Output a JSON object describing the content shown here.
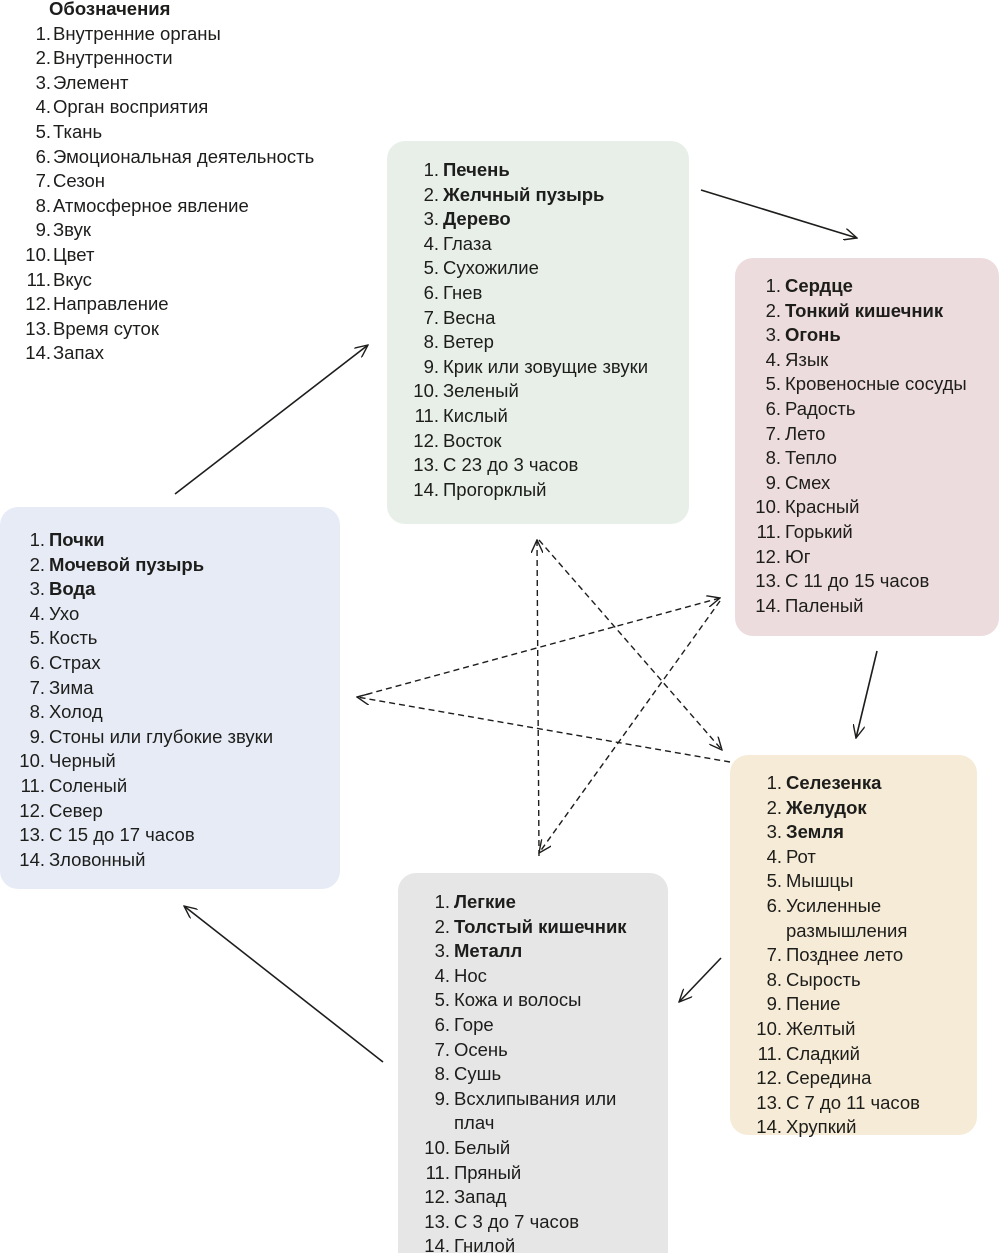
{
  "legend": {
    "title": "Обозначения",
    "items": [
      {
        "n": "1.",
        "t": "Внутренние органы"
      },
      {
        "n": "2.",
        "t": "Внутренности"
      },
      {
        "n": "3.",
        "t": "Элемент"
      },
      {
        "n": "4.",
        "t": "Орган восприятия"
      },
      {
        "n": "5.",
        "t": "Ткань"
      },
      {
        "n": "6.",
        "t": "Эмоциональная деятельность"
      },
      {
        "n": "7.",
        "t": "Сезон"
      },
      {
        "n": "8.",
        "t": "Атмосферное явление"
      },
      {
        "n": "9.",
        "t": "Звук"
      },
      {
        "n": "10.",
        "t": "Цвет"
      },
      {
        "n": "11.",
        "t": "Вкус"
      },
      {
        "n": "12.",
        "t": "Направление"
      },
      {
        "n": "13.",
        "t": "Время суток"
      },
      {
        "n": "14.",
        "t": "Запах"
      }
    ]
  },
  "colors": {
    "wood": "#e8efe8",
    "fire": "#eddcdd",
    "earth": "#f6ebd6",
    "metal": "#e6e6e6",
    "water": "#e6ebf5"
  },
  "elements": {
    "wood": [
      {
        "n": "1.",
        "t": "Печень"
      },
      {
        "n": "2.",
        "t": "Желчный пузырь"
      },
      {
        "n": "3.",
        "t": "Дерево"
      },
      {
        "n": "4.",
        "t": "Глаза"
      },
      {
        "n": "5.",
        "t": "Сухожилие"
      },
      {
        "n": "6.",
        "t": "Гнев"
      },
      {
        "n": "7.",
        "t": "Весна"
      },
      {
        "n": "8.",
        "t": "Ветер"
      },
      {
        "n": "9.",
        "t": "Крик или зовущие звуки"
      },
      {
        "n": "10.",
        "t": "Зеленый"
      },
      {
        "n": "11.",
        "t": "Кислый"
      },
      {
        "n": "12.",
        "t": "Восток"
      },
      {
        "n": "13.",
        "t": "С 23 до 3 часов"
      },
      {
        "n": "14.",
        "t": "Прогорклый"
      }
    ],
    "fire": [
      {
        "n": "1.",
        "t": "Сердце"
      },
      {
        "n": "2.",
        "t": "Тонкий кишечник"
      },
      {
        "n": "3.",
        "t": "Огонь"
      },
      {
        "n": "4.",
        "t": "Язык"
      },
      {
        "n": "5.",
        "t": "Кровеносные сосуды"
      },
      {
        "n": "6.",
        "t": "Радость"
      },
      {
        "n": "7.",
        "t": "Лето"
      },
      {
        "n": "8.",
        "t": "Тепло"
      },
      {
        "n": "9.",
        "t": "Смех"
      },
      {
        "n": "10.",
        "t": "Красный"
      },
      {
        "n": "11.",
        "t": "Горький"
      },
      {
        "n": "12.",
        "t": "Юг"
      },
      {
        "n": "13.",
        "t": "С 11 до 15 часов"
      },
      {
        "n": "14.",
        "t": "Паленый"
      }
    ],
    "earth": [
      {
        "n": "1.",
        "t": "Селезенка"
      },
      {
        "n": "2.",
        "t": "Желудок"
      },
      {
        "n": "3.",
        "t": "Земля"
      },
      {
        "n": "4.",
        "t": "Рот"
      },
      {
        "n": "5.",
        "t": "Мышцы"
      },
      {
        "n": "6.",
        "t": "Усиленные размышления"
      },
      {
        "n": "7.",
        "t": "Позднее лето"
      },
      {
        "n": "8.",
        "t": "Сырость"
      },
      {
        "n": "9.",
        "t": "Пение"
      },
      {
        "n": "10.",
        "t": "Желтый"
      },
      {
        "n": "11.",
        "t": "Сладкий"
      },
      {
        "n": "12.",
        "t": "Середина"
      },
      {
        "n": "13.",
        "t": "С 7 до 11 часов"
      },
      {
        "n": "14.",
        "t": "Хрупкий"
      }
    ],
    "metal": [
      {
        "n": "1.",
        "t": "Легкие"
      },
      {
        "n": "2.",
        "t": "Толстый кишечник"
      },
      {
        "n": "3.",
        "t": "Металл"
      },
      {
        "n": "4.",
        "t": "Нос"
      },
      {
        "n": "5.",
        "t": "Кожа и волосы"
      },
      {
        "n": "6.",
        "t": "Горе"
      },
      {
        "n": "7.",
        "t": "Осень"
      },
      {
        "n": "8.",
        "t": "Сушь"
      },
      {
        "n": "9.",
        "t": "Всхлипывания или плач"
      },
      {
        "n": "10.",
        "t": "Белый"
      },
      {
        "n": "11.",
        "t": "Пряный"
      },
      {
        "n": "12.",
        "t": "Запад"
      },
      {
        "n": "13.",
        "t": "С 3 до 7 часов"
      },
      {
        "n": "14.",
        "t": "Гнилой"
      }
    ],
    "water": [
      {
        "n": "1.",
        "t": "Почки"
      },
      {
        "n": "2.",
        "t": "Мочевой пузырь"
      },
      {
        "n": "3.",
        "t": "Вода"
      },
      {
        "n": "4.",
        "t": "Ухо"
      },
      {
        "n": "5.",
        "t": "Кость"
      },
      {
        "n": "6.",
        "t": "Страх"
      },
      {
        "n": "7.",
        "t": "Зима"
      },
      {
        "n": "8.",
        "t": "Холод"
      },
      {
        "n": "9.",
        "t": "Стоны или глубокие звуки"
      },
      {
        "n": "10.",
        "t": "Черный"
      },
      {
        "n": "11.",
        "t": "Соленый"
      },
      {
        "n": "12.",
        "t": "Север"
      },
      {
        "n": "13.",
        "t": "С 15 до 17 часов"
      },
      {
        "n": "14.",
        "t": "Зловонный"
      }
    ]
  }
}
